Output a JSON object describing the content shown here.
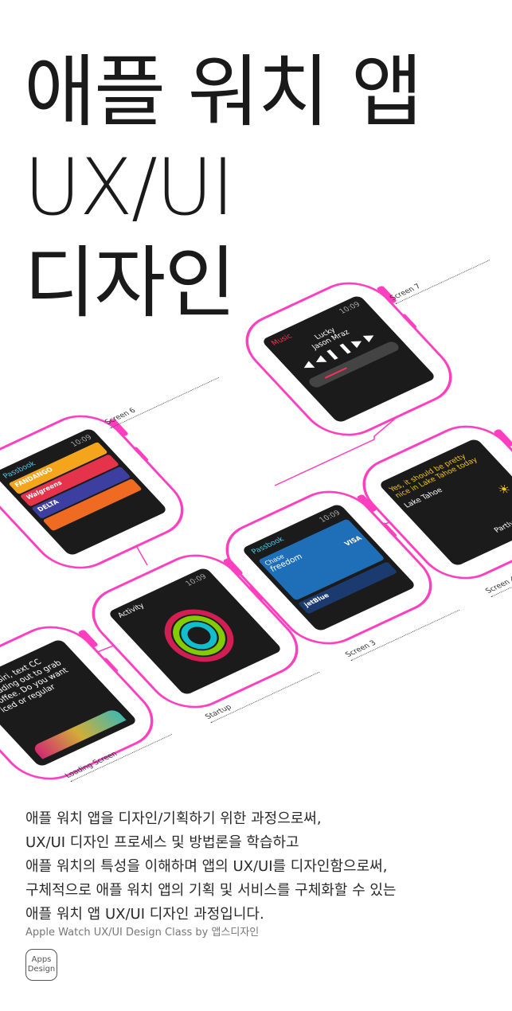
{
  "title": {
    "line1": "애플 워치 앱",
    "line2": "UX/UI",
    "line3": "디자인"
  },
  "screens": {
    "music": {
      "time": "10:09",
      "song": "Lucky",
      "artist": "Jason Mraz",
      "app": "Music"
    },
    "passbook1": {
      "app": "Passbook",
      "time": "10:09",
      "cards": [
        "FANDANGO",
        "Walgreens",
        "DELTA",
        ""
      ]
    },
    "weather": {
      "msg": "Yes, it should be pretty nice in Lake Tahoe today",
      "place": "Lake Tahoe",
      "cond": "Partly Cloudy"
    },
    "passbook2": {
      "app": "Passbook",
      "time": "10:09",
      "card1": "Chase",
      "card2": "freedom",
      "card3": "VISA",
      "card4": "jetBlue"
    },
    "activity": {
      "app": "Activity",
      "time": "10:09"
    },
    "siri": {
      "msg": "Hey Siri, text CC Heading out to grab coffee. Do you want iced or regular"
    }
  },
  "notes": {
    "screen7": {
      "title": "Screen 7"
    },
    "screen6": {
      "title": "Screen 6"
    },
    "screen3": {
      "title": "Screen 3"
    },
    "screen4": {
      "title": "Screen 4"
    },
    "startup": {
      "title": "Startup"
    },
    "loading": {
      "title": "Loading Screen"
    }
  },
  "description": {
    "line1": "애플 워치 앱을 디자인/기획하기 위한 과정으로써,",
    "line2": "UX/UI 디자인 프로세스 및 방법론을 학습하고",
    "line3": "애플 워치의 특성을 이해하며 앱의 UX/UI를 디자인함으로써,",
    "line4": "구체적으로 애플 워치 앱의 기획 및 서비스를 구체화할 수 있는",
    "line5": "애플 워치 앱 UX/UI 디자인 과정입니다."
  },
  "credit": "Apple Watch UX/UI Design Class by 앱스디자인",
  "logo": {
    "line1": "Apps",
    "line2": "Design"
  },
  "colors": {
    "accent": "#ff3fbf",
    "screen": "#1b1b1b"
  }
}
